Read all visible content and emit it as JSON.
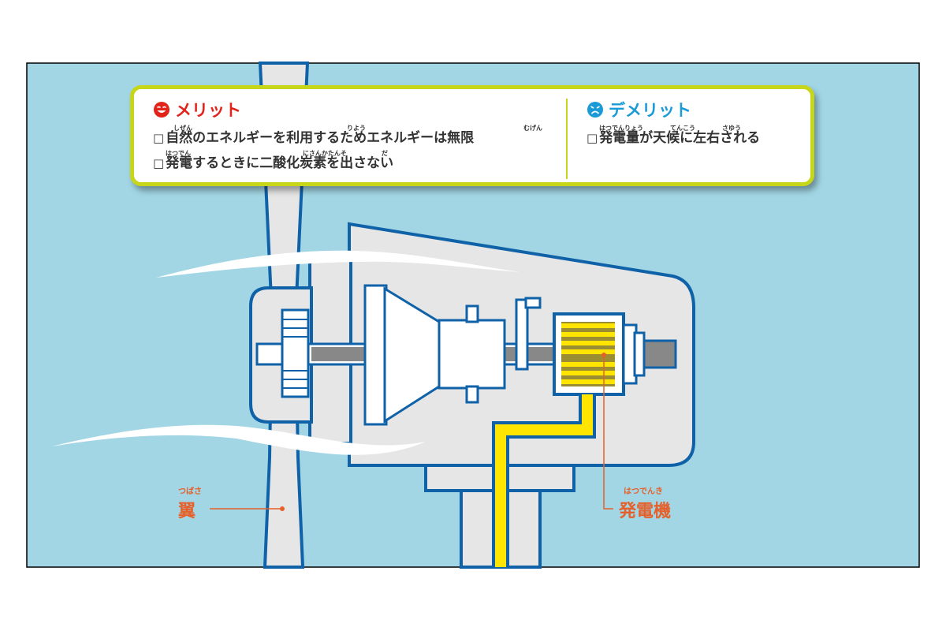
{
  "panel": {
    "merit": {
      "title": "メリット",
      "items": [
        {
          "mark": "□",
          "text": "自然のエネルギーを利用するためエネルギーは無限",
          "rubies": [
            {
              "text": "しぜん"
            },
            {
              "text": "りよう"
            },
            {
              "text": "むげん"
            }
          ]
        },
        {
          "mark": "□",
          "text": "発電するときに二酸化炭素を出さない",
          "rubies": [
            {
              "text": "はつでん"
            },
            {
              "text": "にさんかたんそ"
            },
            {
              "text": "だ"
            }
          ]
        }
      ]
    },
    "demerit": {
      "title": "デメリット",
      "items": [
        {
          "mark": "□",
          "text": "発電量が天候に左右される",
          "rubies": [
            {
              "text": "はつでんりょう"
            },
            {
              "text": "てんこう"
            },
            {
              "text": "さゆう"
            }
          ]
        }
      ]
    }
  },
  "labels": {
    "blade": {
      "text": "翼",
      "ruby": "つばさ"
    },
    "generator": {
      "text": "発電機",
      "ruby": "はつでんき"
    }
  },
  "colors": {
    "sky": "#a2d6e4",
    "outline": "#1062a8",
    "nacelle": "#e6e6e6",
    "cable": "#ffe500",
    "merit": "#e2231a",
    "demerit": "#1a9ad6",
    "accent": "#c8d619",
    "label": "#e5602a"
  }
}
